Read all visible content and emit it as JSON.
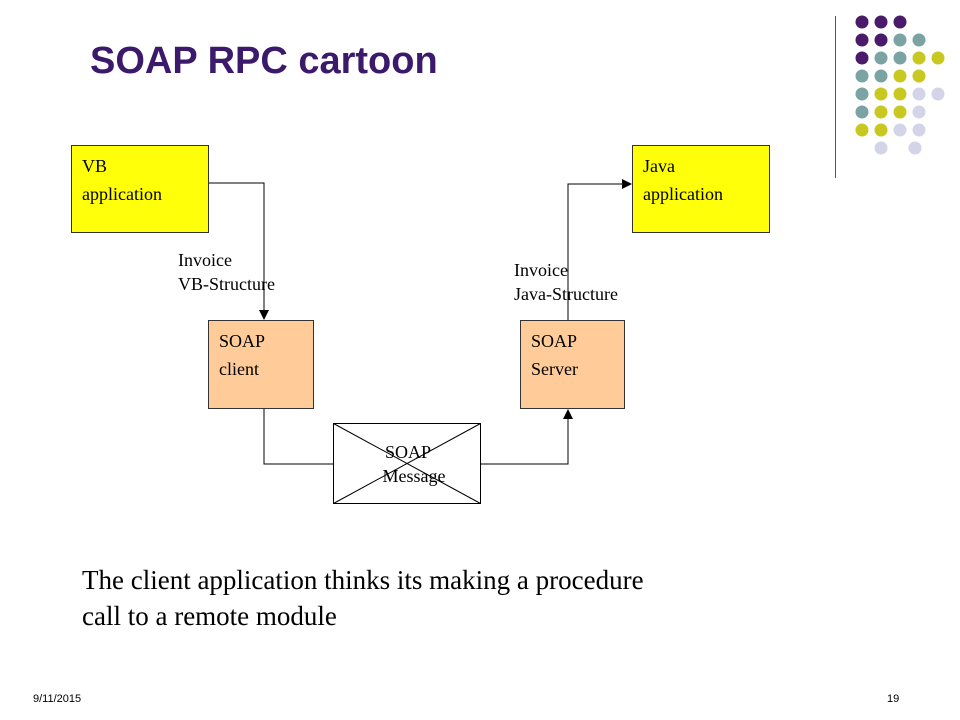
{
  "slide": {
    "title": "SOAP RPC cartoon",
    "date": "9/11/2015",
    "page_number": "19"
  },
  "diagram": {
    "vb_app": {
      "line1": "VB",
      "line2": "application"
    },
    "java_app": {
      "line1": "Java",
      "line2": "application"
    },
    "soap_client": {
      "line1": "SOAP",
      "line2": "client"
    },
    "soap_server": {
      "line1": "SOAP",
      "line2": "Server"
    },
    "invoice_vb": {
      "line1": "Invoice",
      "line2": "VB-Structure"
    },
    "invoice_java": {
      "line1": "Invoice",
      "line2": "Java-Structure"
    },
    "message": {
      "line1": "SOAP",
      "line2": "Message"
    }
  },
  "caption": {
    "line1": "The client application thinks its making a procedure",
    "line2": "call to a remote module"
  },
  "colors": {
    "title": "#3b1a6b",
    "app_box": "#ffff0a",
    "soap_box": "#ffcc99",
    "dot_purple": "#4a1a6b",
    "dot_teal": "#7ba3a3",
    "dot_olive": "#c8c820",
    "dot_lavender": "#d4d4e8"
  }
}
